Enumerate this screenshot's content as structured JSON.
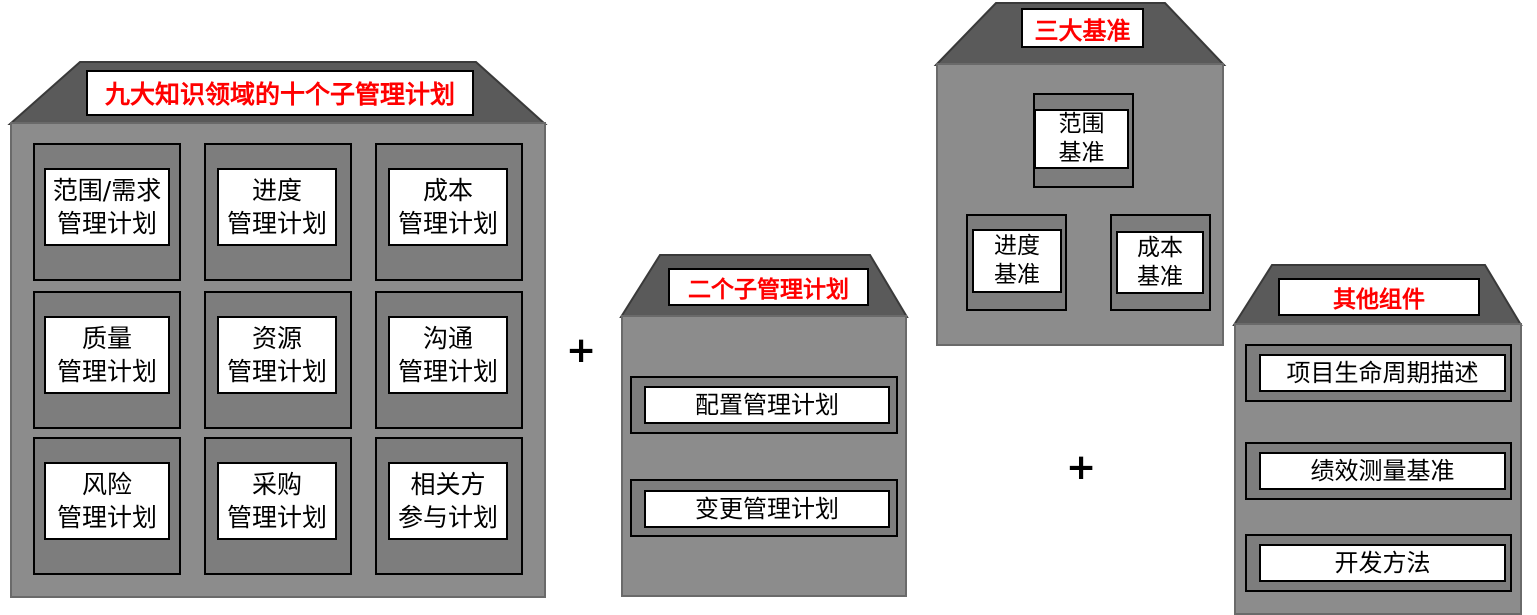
{
  "house1": {
    "title": "九大知识领域的十个子管理计划",
    "cells": [
      {
        "l1": "范围/需求",
        "l2": "管理计划"
      },
      {
        "l1": "进度",
        "l2": "管理计划"
      },
      {
        "l1": "成本",
        "l2": "管理计划"
      },
      {
        "l1": "质量",
        "l2": "管理计划"
      },
      {
        "l1": "资源",
        "l2": "管理计划"
      },
      {
        "l1": "沟通",
        "l2": "管理计划"
      },
      {
        "l1": "风险",
        "l2": "管理计划"
      },
      {
        "l1": "采购",
        "l2": "管理计划"
      },
      {
        "l1": "相关方",
        "l2": "参与计划"
      }
    ]
  },
  "plus1": "+",
  "house2": {
    "title": "二个子管理计划",
    "items": [
      "配置管理计划",
      "变更管理计划"
    ]
  },
  "house3": {
    "title": "三大基准",
    "top": {
      "l1": "范围",
      "l2": "基准"
    },
    "left": {
      "l1": "进度",
      "l2": "基准"
    },
    "right": {
      "l1": "成本",
      "l2": "基准"
    }
  },
  "plus2": "+",
  "house4": {
    "title": "其他组件",
    "items": [
      "项目生命周期描述",
      "绩效测量基准",
      "开发方法"
    ]
  },
  "colors": {
    "title_text": "#ff0000",
    "house_fill": "#8c8c8c",
    "cell_fill": "#7d7d7d"
  }
}
